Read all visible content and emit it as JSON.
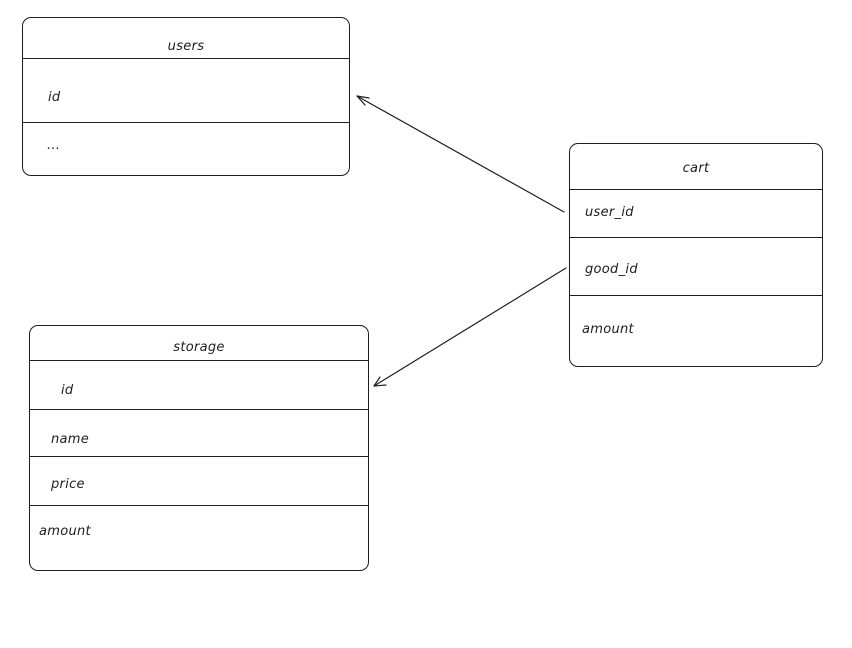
{
  "entities": {
    "users": {
      "title": "users",
      "fields": [
        "id",
        "..."
      ]
    },
    "cart": {
      "title": "cart",
      "fields": [
        "user_id",
        "good_id",
        "amount"
      ]
    },
    "storage": {
      "title": "storage",
      "fields": [
        "id",
        "name",
        "price",
        "amount"
      ]
    }
  },
  "relations": [
    {
      "from": "cart.user_id",
      "to": "users"
    },
    {
      "from": "cart.good_id",
      "to": "storage"
    }
  ]
}
